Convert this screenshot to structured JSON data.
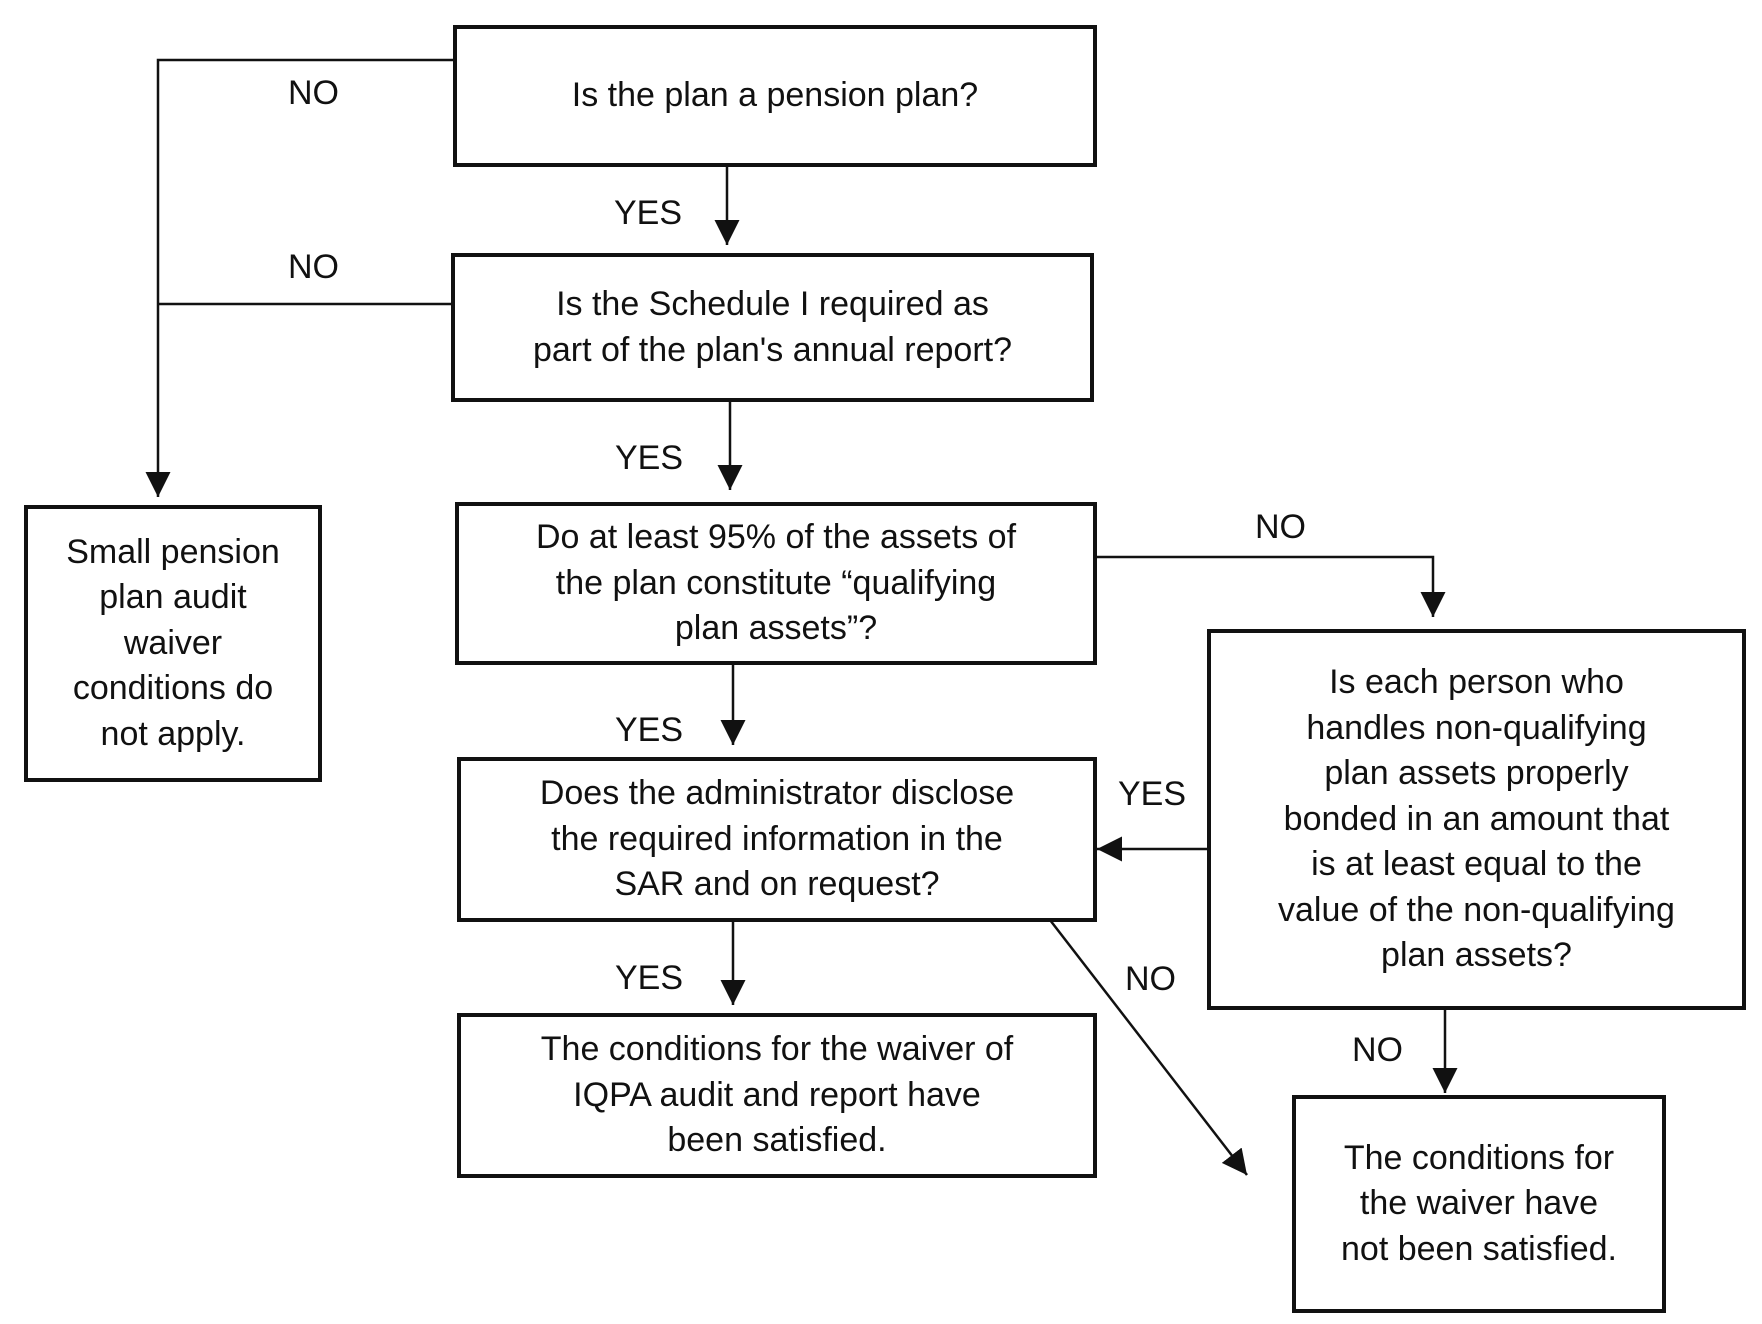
{
  "nodes": {
    "pension_plan": "Is the plan a pension plan?",
    "schedule_i": "Is the Schedule I required as\npart of the plan's annual report?",
    "qualifying_assets": "Do at least 95% of the assets of\nthe plan constitute “qualifying\nplan assets”?",
    "disclose": "Does the administrator disclose\nthe required information in the\nSAR and on request?",
    "satisfied": "The conditions for the waiver of\nIQPA audit and report have\nbeen satisfied.",
    "not_apply": "Small pension\nplan audit\nwaiver\nconditions do\nnot apply.",
    "bonded": "Is each person who\nhandles non-qualifying\nplan assets properly\nbonded in an amount that\nis at least equal to the\nvalue of the non-qualifying\nplan assets?",
    "not_satisfied": "The conditions for\nthe waiver have\nnot been satisfied."
  },
  "labels": {
    "pension_no": "NO",
    "pension_yes": "YES",
    "schedule_no": "NO",
    "schedule_yes": "YES",
    "qualifying_no": "NO",
    "qualifying_yes": "YES",
    "bonded_yes": "YES",
    "bonded_no": "NO",
    "disclose_no": "NO",
    "disclose_yes": "YES"
  },
  "colors": {
    "line": "#111111",
    "background": "#ffffff"
  }
}
